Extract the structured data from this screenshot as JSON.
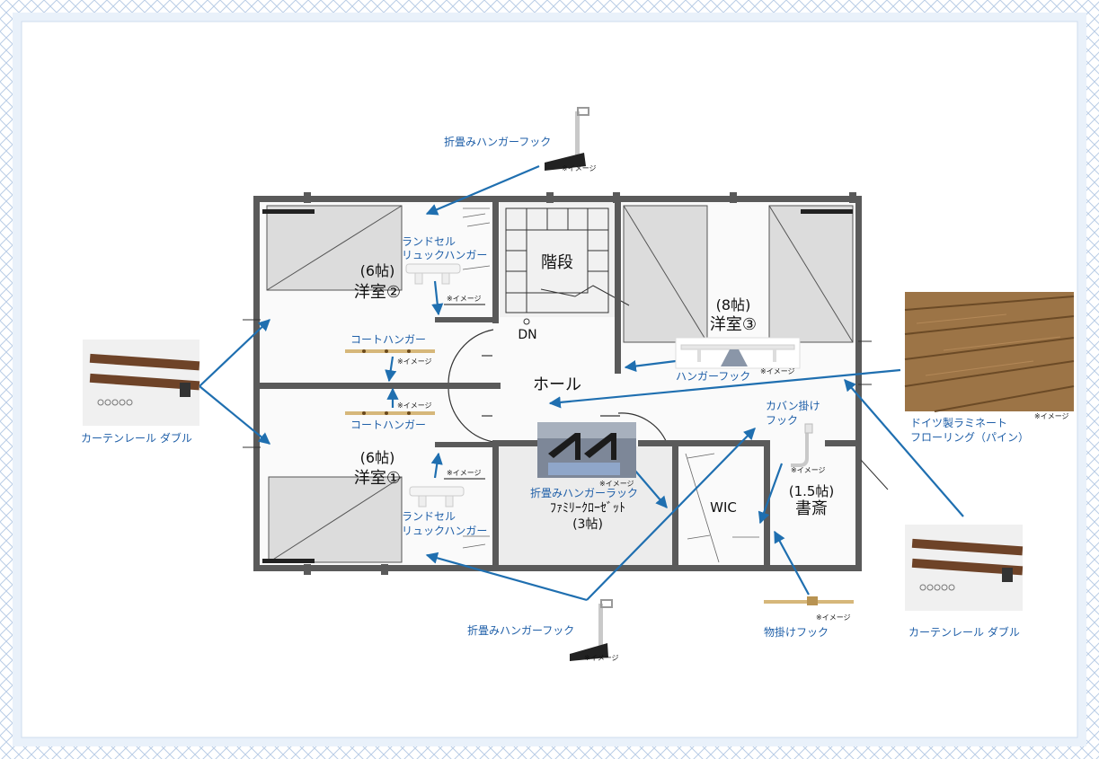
{
  "rooms": {
    "stairs": "階段",
    "dn": "DN",
    "hall": "ホール",
    "room2_size": "(6帖)",
    "room2_name": "洋室②",
    "room1_size": "(6帖)",
    "room1_name": "洋室①",
    "room3_size": "(8帖)",
    "room3_name": "洋室③",
    "closet_name": "ﾌｧﾐﾘｰｸﾛｰｾﾞｯﾄ",
    "closet_size": "(3帖)",
    "wic": "WIC",
    "study_size": "(1.5帖)",
    "study_name": "書斎"
  },
  "labels": {
    "hanger_hook_top": "折畳みハンガーフック",
    "hanger_hook_bottom": "折畳みハンガーフック",
    "randoseru_top_1": "ランドセル",
    "randoseru_top_2": "リュックハンガー",
    "randoseru_bottom_1": "ランドセル",
    "randoseru_bottom_2": "リュックハンガー",
    "coat_top": "コートハンガー",
    "coat_bottom": "コートハンガー",
    "hanger_hook_room3": "ハンガーフック",
    "bag_hook_1": "カバン掛け",
    "bag_hook_2": "フック",
    "flooring_1": "ドイツ製ラミネート",
    "flooring_2": "フローリング（パイン）",
    "curtain_left": "カーテンレール ダブル",
    "curtain_right": "カーテンレール ダブル",
    "hanger_rack": "折畳みハンガーラック",
    "item_hook": "物掛けフック"
  },
  "image_note": "※イメージ",
  "colors": {
    "accent": "#1f6fb0",
    "wall": "#555555",
    "frame": "#c8d8ec"
  }
}
